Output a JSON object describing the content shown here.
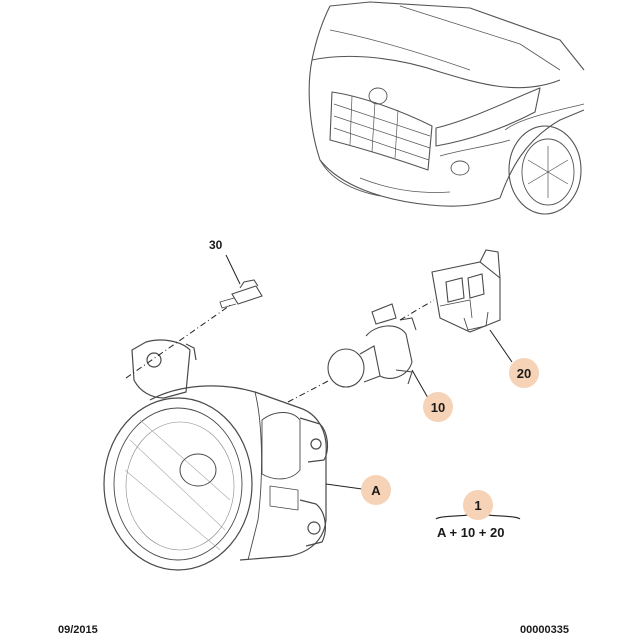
{
  "callouts": {
    "bolt": "30",
    "bulb": "10",
    "connector": "20",
    "housing": "A",
    "assembly": "1"
  },
  "formula": "A + 10 + 20",
  "footer": {
    "date": "09/2015",
    "reference": "00000335"
  },
  "colors": {
    "callout_fill": "#f6d2b6",
    "line_art": "#4a4a4a"
  }
}
